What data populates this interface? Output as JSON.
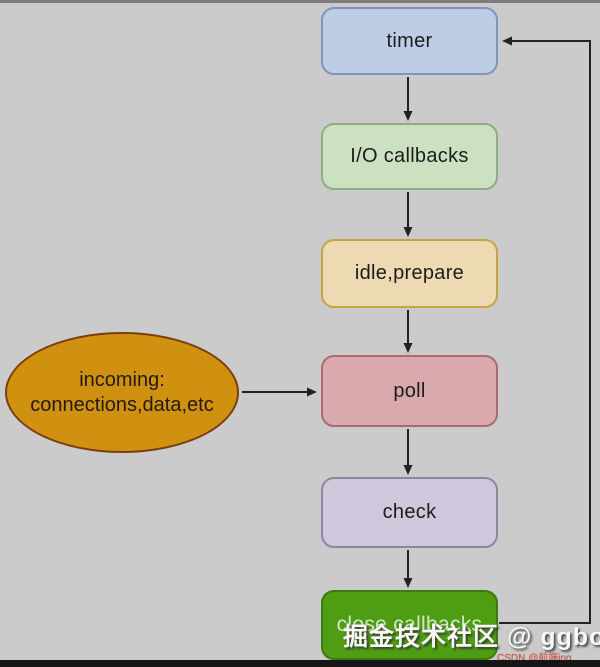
{
  "background": "#cbcbcb",
  "diagram": {
    "nodes": [
      {
        "id": "timer",
        "label": "timer",
        "fill": "#becde6",
        "border": "#8294bc"
      },
      {
        "id": "io-callbacks",
        "label": "I/O callbacks",
        "fill": "#cce0c2",
        "border": "#8fad84"
      },
      {
        "id": "idle-prepare",
        "label": "idle,prepare",
        "fill": "#eedab2",
        "border": "#c7a348"
      },
      {
        "id": "poll",
        "label": "poll",
        "fill": "#d9a9ad",
        "border": "#a86c72"
      },
      {
        "id": "check",
        "label": "check",
        "fill": "#cfc7db",
        "border": "#92859f"
      },
      {
        "id": "close-callbacks",
        "label": "close callbacks",
        "fill": "#4f9d13",
        "border": "#3c7b0f"
      }
    ],
    "incoming_ellipse": {
      "label_line1": "incoming:",
      "label_line2": "connections,data,etc",
      "fill": "#d19110",
      "border": "#7a3e10"
    },
    "arrow_color": "#222222"
  },
  "watermarks": {
    "juejin": "掘金技术社区 @ ggbond",
    "csdn": "CSDN @前端ing"
  }
}
